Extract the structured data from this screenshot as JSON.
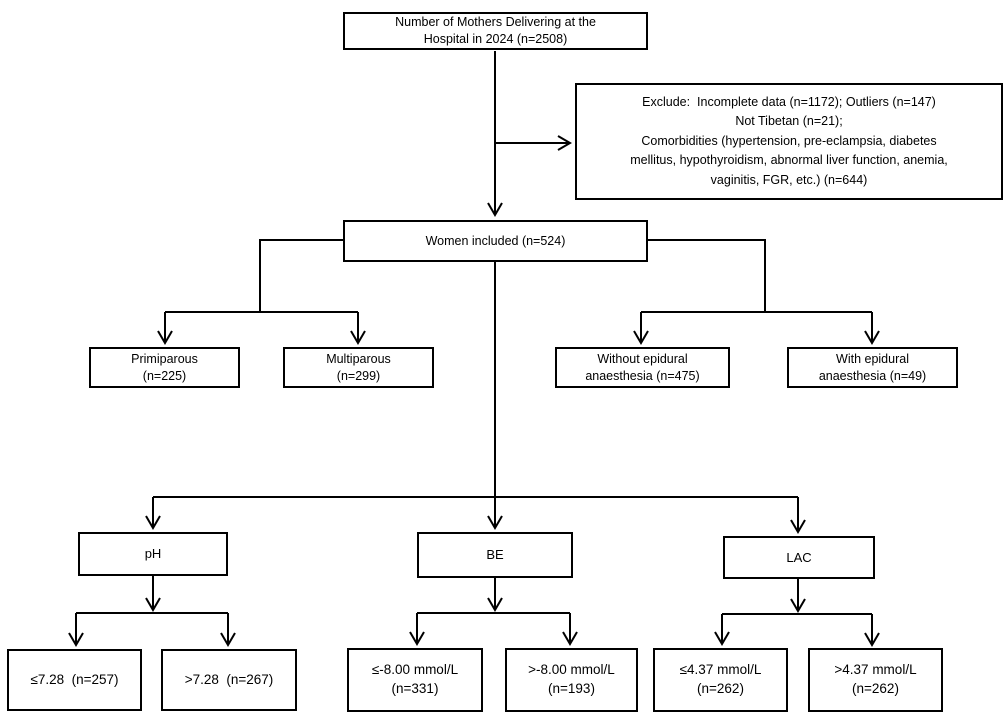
{
  "figure": {
    "type": "flowchart",
    "background_color": "#ffffff",
    "line_color": "#000000",
    "box_border_color": "#000000",
    "text_color": "#000000"
  },
  "nodes": {
    "top": {
      "lines": [
        "Number of Mothers Delivering at the",
        "Hospital in 2024 (n=2508)"
      ]
    },
    "exclude": {
      "lines": [
        "Exclude:  Incomplete data (n=1172); Outliers (n=147)",
        "Not Tibetan (n=21);",
        "Comorbidities (hypertension, pre-eclampsia, diabetes",
        "mellitus, hypothyroidism, abnormal liver function, anemia,",
        "vaginitis, FGR, etc.) (n=644)"
      ]
    },
    "women_included": {
      "lines": [
        "Women included (n=524)"
      ]
    },
    "primiparous": {
      "lines": [
        "Primiparous",
        "(n=225)"
      ]
    },
    "multiparous": {
      "lines": [
        "Multiparous",
        "(n=299)"
      ]
    },
    "without_epidural": {
      "lines": [
        "Without epidural",
        "anaesthesia (n=475)"
      ]
    },
    "with_epidural": {
      "lines": [
        "With epidural",
        "anaesthesia (n=49)"
      ]
    },
    "ph": {
      "lines": [
        "pH"
      ]
    },
    "be": {
      "lines": [
        "BE"
      ]
    },
    "lac": {
      "lines": [
        "LAC"
      ]
    },
    "ph_low": {
      "lines": [
        "≤7.28  (n=257)"
      ]
    },
    "ph_high": {
      "lines": [
        ">7.28  (n=267)"
      ]
    },
    "be_low": {
      "lines": [
        "≤-8.00 mmol/L",
        "(n=331)"
      ]
    },
    "be_high": {
      "lines": [
        ">-8.00 mmol/L",
        "(n=193)"
      ]
    },
    "lac_low": {
      "lines": [
        "≤4.37 mmol/L",
        "(n=262)"
      ]
    },
    "lac_high": {
      "lines": [
        ">4.37 mmol/L",
        "(n=262)"
      ]
    }
  },
  "edges": [
    {
      "from": "top",
      "to": "women_included"
    },
    {
      "from": "top",
      "to": "exclude"
    },
    {
      "from": "women_included",
      "to": "primiparous"
    },
    {
      "from": "women_included",
      "to": "multiparous"
    },
    {
      "from": "women_included",
      "to": "without_epidural"
    },
    {
      "from": "women_included",
      "to": "with_epidural"
    },
    {
      "from": "women_included",
      "to": "ph"
    },
    {
      "from": "women_included",
      "to": "be"
    },
    {
      "from": "women_included",
      "to": "lac"
    },
    {
      "from": "ph",
      "to": "ph_low"
    },
    {
      "from": "ph",
      "to": "ph_high"
    },
    {
      "from": "be",
      "to": "be_low"
    },
    {
      "from": "be",
      "to": "be_high"
    },
    {
      "from": "lac",
      "to": "lac_low"
    },
    {
      "from": "lac",
      "to": "lac_high"
    }
  ]
}
